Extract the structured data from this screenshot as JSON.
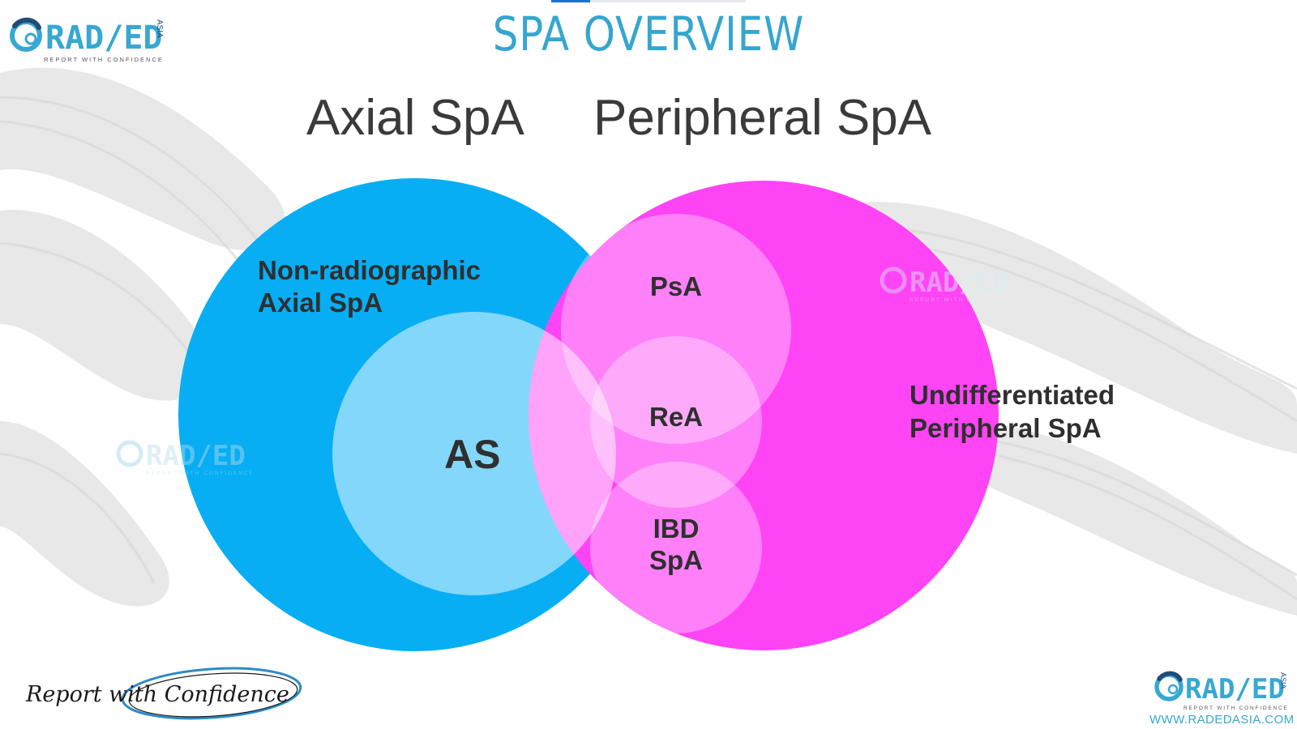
{
  "slide": {
    "title": "SPA OVERVIEW",
    "headings": {
      "axial": "Axial SpA",
      "peripheral": "Peripheral SpA"
    }
  },
  "venn": {
    "axial_set": {
      "label_line1": "Non-radiographic",
      "label_line2": "Axial SpA",
      "color": "#07aef4"
    },
    "as_subset": {
      "label": "AS",
      "color": "#8dd9fb"
    },
    "peripheral_set": {
      "label_line1": "Undifferentiated",
      "label_line2": "Peripheral SpA",
      "color": "#ff44f5"
    },
    "psa": {
      "label": "PsA"
    },
    "rea": {
      "label": "ReA"
    },
    "ibd": {
      "label_line1": "IBD",
      "label_line2": "SpA"
    }
  },
  "branding": {
    "logo_text": "RAD/ED",
    "logo_sub": "ASIA",
    "tagline": "REPORT WITH CONFIDENCE",
    "signature": "Report with Confidence",
    "website": "WWW.RADEDASIA.COM",
    "brand_color": "#37a8d2",
    "logo_navy": "#234a78"
  }
}
